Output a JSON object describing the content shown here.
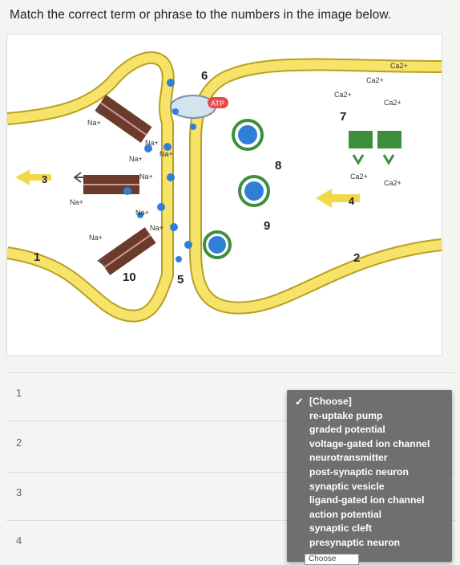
{
  "question": "Match the correct term or phrase to the numbers in the image below.",
  "figure": {
    "numbers": [
      "1",
      "2",
      "3",
      "4",
      "5",
      "6",
      "7",
      "8",
      "9",
      "10"
    ],
    "na_label": "Na+",
    "ca_label": "Ca2+",
    "atp_label": "ATP"
  },
  "rows": [
    "1",
    "2",
    "3",
    "4"
  ],
  "dropdown": {
    "selected": "[Choose]",
    "options": [
      "re-uptake pump",
      "graded potential",
      "voltage-gated ion channel",
      "neurotransmitter",
      "post-synaptic neuron",
      "synaptic vesicle",
      "ligand-gated ion channel",
      "action potential",
      "synaptic cleft",
      "presynaptic neuron"
    ],
    "stub_label": "Choose"
  },
  "colors": {
    "membrane_fill": "#f7e36a",
    "membrane_stroke": "#b8a020",
    "channel_brown": "#6b3a2a",
    "vesicle_blue": "#2f7fd6",
    "ca_channel_green": "#3d8f3a",
    "arrow_yellow": "#f0d84a",
    "dropdown_bg": "#6f6f6f"
  }
}
